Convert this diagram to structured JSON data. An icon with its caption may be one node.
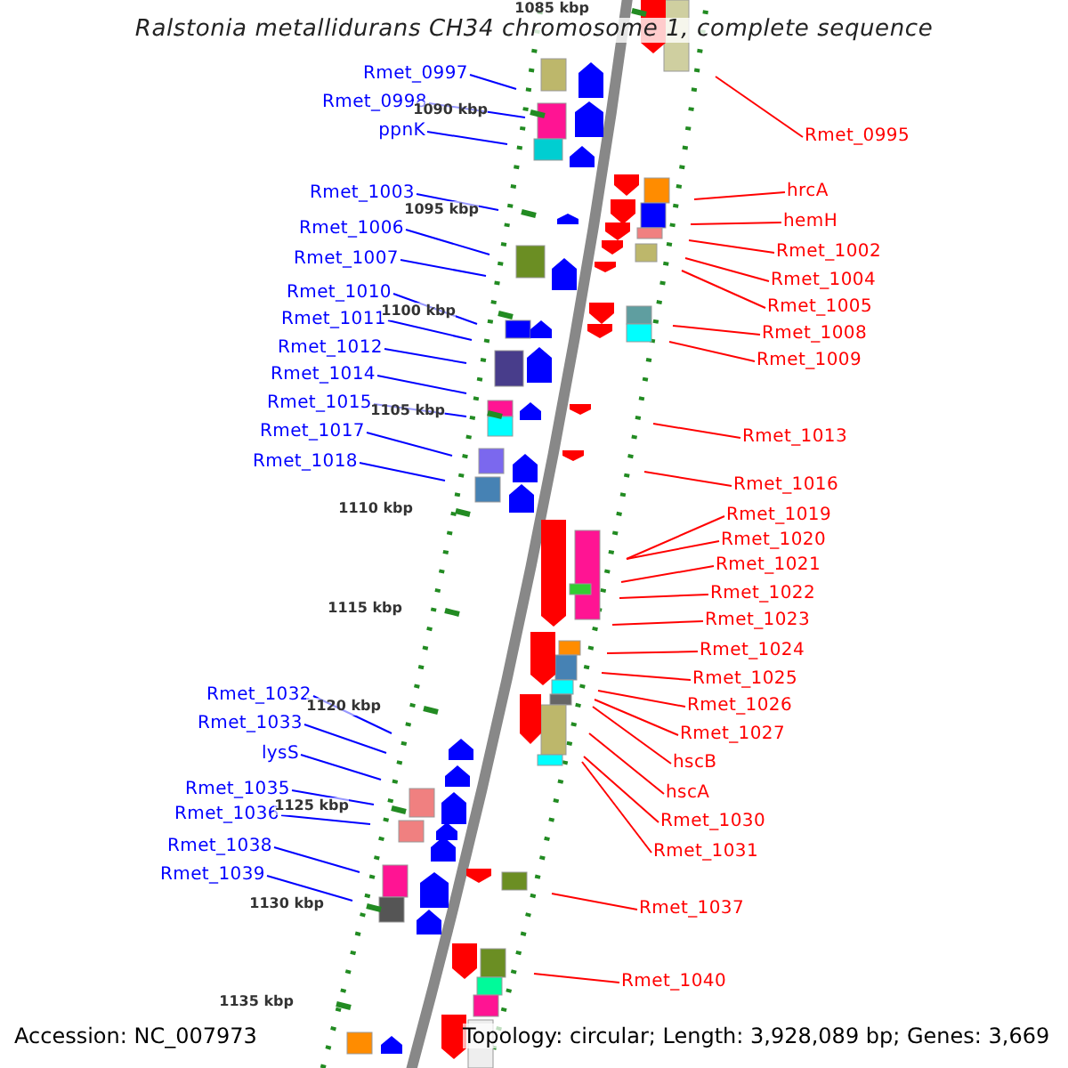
{
  "diagram": {
    "title": "Ralstonia metallidurans CH34 chromosome 1, complete sequence",
    "nodes": [
      {
        "text": [
          "Rmet_0997"
        ]
      },
      {
        "text": [
          "Rmet_0998"
        ]
      },
      {
        "text": [
          "ppnK"
        ]
      },
      {
        "text": [
          "Rmet_1003"
        ]
      },
      {
        "text": [
          "Rmet_1006"
        ]
      },
      {
        "text": [
          "Rmet_1007"
        ]
      },
      {
        "text": [
          "Rmet_1010"
        ]
      },
      {
        "text": [
          "Rmet_1011"
        ]
      },
      {
        "text": [
          "Rmet_1012"
        ]
      },
      {
        "text": [
          "Rmet_1014"
        ]
      },
      {
        "text": [
          "Rmet_1015"
        ]
      },
      {
        "text": [
          "Rmet_1017"
        ]
      },
      {
        "text": [
          "Rmet_1018"
        ]
      },
      {
        "text": [
          "Rmet_1032"
        ]
      },
      {
        "text": [
          "Rmet_1033"
        ]
      },
      {
        "text": [
          "lysS"
        ]
      },
      {
        "text": [
          "Rmet_1035"
        ]
      },
      {
        "text": [
          "Rmet_1036"
        ]
      },
      {
        "text": [
          "Rmet_1038"
        ]
      },
      {
        "text": [
          "Rmet_1039"
        ]
      },
      {
        "text": [
          "Rmet_0995"
        ]
      },
      {
        "text": [
          "hrcA"
        ]
      },
      {
        "text": [
          "hemH"
        ]
      },
      {
        "text": [
          "Rmet_1002"
        ]
      },
      {
        "text": [
          "Rmet_1004"
        ]
      },
      {
        "text": [
          "Rmet_1005"
        ]
      },
      {
        "text": [
          "Rmet_1008"
        ]
      },
      {
        "text": [
          "Rmet_1009"
        ]
      },
      {
        "text": [
          "Rmet_1013"
        ]
      },
      {
        "text": [
          "Rmet_1016"
        ]
      },
      {
        "text": [
          "Rmet_1019"
        ]
      },
      {
        "text": [
          "Rmet_1020"
        ]
      },
      {
        "text": [
          "Rmet_1021"
        ]
      },
      {
        "text": [
          "Rmet_1022"
        ]
      },
      {
        "text": [
          "Rmet_1023"
        ]
      },
      {
        "text": [
          "Rmet_1024"
        ]
      },
      {
        "text": [
          "Rmet_1025"
        ]
      },
      {
        "text": [
          "Rmet_1026"
        ]
      },
      {
        "text": [
          "Rmet_1027"
        ]
      },
      {
        "text": [
          "hscB"
        ]
      },
      {
        "text": [
          "hscA"
        ]
      },
      {
        "text": [
          "Rmet_1030"
        ]
      },
      {
        "text": [
          "Rmet_1031"
        ]
      },
      {
        "text": [
          "Rmet_1037"
        ]
      },
      {
        "text": [
          "Rmet_1040"
        ]
      }
    ],
    "edges": [
      {
        "from": 0,
        "to": null,
        "arrow": "none",
        "color": "#0000ff"
      },
      {
        "from": 1,
        "to": null,
        "arrow": "none",
        "color": "#0000ff"
      },
      {
        "from": 2,
        "to": null,
        "arrow": "none",
        "color": "#0000ff"
      },
      {
        "from": 3,
        "to": null,
        "arrow": "none",
        "color": "#0000ff"
      },
      {
        "from": 4,
        "to": null,
        "arrow": "none",
        "color": "#0000ff"
      },
      {
        "from": 5,
        "to": null,
        "arrow": "none",
        "color": "#0000ff"
      },
      {
        "from": 6,
        "to": null,
        "arrow": "none",
        "color": "#0000ff"
      },
      {
        "from": 7,
        "to": null,
        "arrow": "none",
        "color": "#0000ff"
      },
      {
        "from": 8,
        "to": null,
        "arrow": "none",
        "color": "#0000ff"
      },
      {
        "from": 9,
        "to": null,
        "arrow": "none",
        "color": "#0000ff"
      },
      {
        "from": 10,
        "to": null,
        "arrow": "none",
        "color": "#0000ff"
      },
      {
        "from": 11,
        "to": null,
        "arrow": "none",
        "color": "#0000ff"
      },
      {
        "from": 12,
        "to": null,
        "arrow": "none",
        "color": "#0000ff"
      },
      {
        "from": 13,
        "to": null,
        "arrow": "none",
        "color": "#0000ff"
      },
      {
        "from": 14,
        "to": null,
        "arrow": "none",
        "color": "#0000ff"
      },
      {
        "from": 15,
        "to": null,
        "arrow": "none",
        "color": "#0000ff"
      },
      {
        "from": 16,
        "to": null,
        "arrow": "none",
        "color": "#0000ff"
      },
      {
        "from": 17,
        "to": null,
        "arrow": "none",
        "color": "#0000ff"
      },
      {
        "from": 18,
        "to": null,
        "arrow": "none",
        "color": "#0000ff"
      },
      {
        "from": 19,
        "to": null,
        "arrow": "none",
        "color": "#0000ff"
      },
      {
        "from": 20,
        "to": null,
        "arrow": "none"
      },
      {
        "from": 21,
        "to": null,
        "arrow": "none"
      },
      {
        "from": 22,
        "to": null,
        "arrow": "none"
      },
      {
        "from": 23,
        "to": null,
        "arrow": "none"
      },
      {
        "from": 24,
        "to": null,
        "arrow": "none"
      },
      {
        "from": 25,
        "to": null,
        "arrow": "none"
      },
      {
        "from": 26,
        "to": null,
        "arrow": "none"
      },
      {
        "from": 27,
        "to": null,
        "arrow": "none"
      },
      {
        "from": 28,
        "to": null,
        "arrow": "none"
      },
      {
        "from": 29,
        "to": null,
        "arrow": "none"
      },
      {
        "from": 30,
        "to": null,
        "arrow": "none"
      },
      {
        "from": 31,
        "to": null,
        "arrow": "none"
      },
      {
        "from": 32,
        "to": null,
        "arrow": "none"
      },
      {
        "from": 33,
        "to": null,
        "arrow": "none"
      },
      {
        "from": 34,
        "to": null,
        "arrow": "none"
      },
      {
        "from": 35,
        "to": null,
        "arrow": "none"
      },
      {
        "from": 36,
        "to": null,
        "arrow": "none"
      },
      {
        "from": 37,
        "to": null,
        "arrow": "none"
      },
      {
        "from": 38,
        "to": null,
        "arrow": "none"
      },
      {
        "from": 39,
        "to": null,
        "arrow": "none"
      },
      {
        "from": 40,
        "to": null,
        "arrow": "none"
      },
      {
        "from": 41,
        "to": null,
        "arrow": "none"
      },
      {
        "from": 42,
        "to": null,
        "arrow": "none"
      },
      {
        "from": 43,
        "to": null,
        "arrow": "none"
      },
      {
        "from": 44,
        "to": null,
        "arrow": "none"
      }
    ],
    "labels": [
      "1085 kbp",
      "1090 kbp",
      "1095 kbp",
      "1100 kbp",
      "1105 kbp",
      "1110 kbp",
      "1115 kbp",
      "1120 kbp",
      "1125 kbp",
      "1130 kbp",
      "1135 kbp",
      "Accession: NC_007973",
      "Topology: circular; Length: 3,928,089 bp; Genes: 3,669"
    ]
  }
}
